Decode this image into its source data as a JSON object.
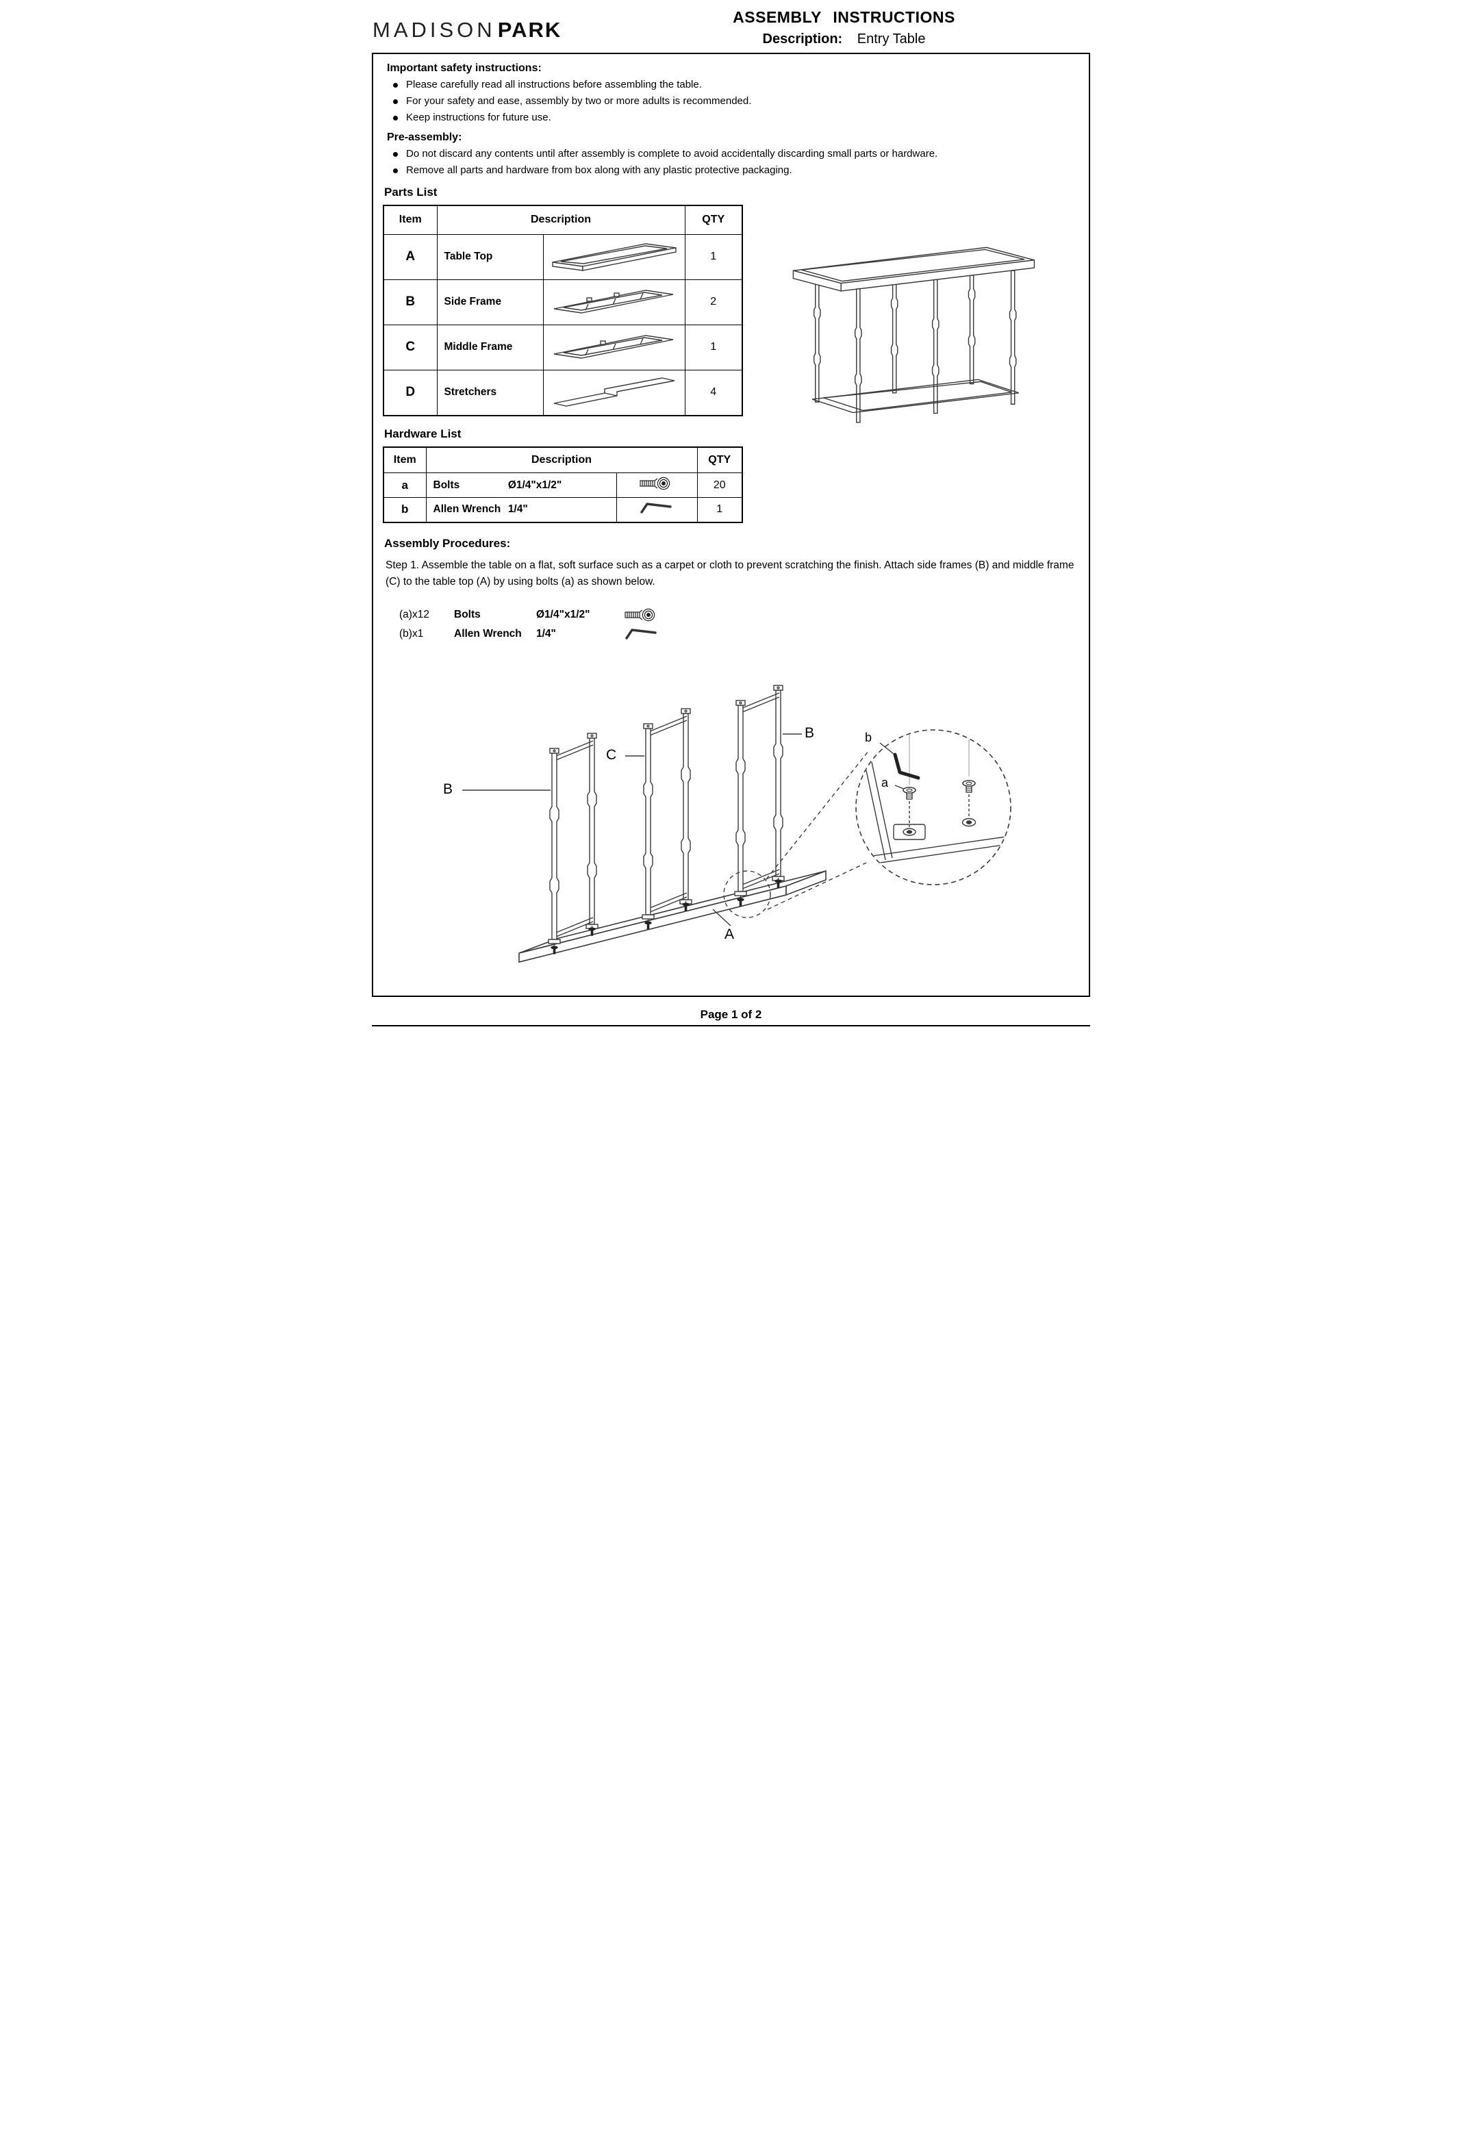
{
  "header": {
    "logo_madison": "MADISON",
    "logo_park": "PARK",
    "title": "ASSEMBLY  INSTRUCTIONS",
    "description_label": "Description:",
    "description_value": "Entry Table"
  },
  "safety": {
    "heading": "Important safety instructions:",
    "bullets": [
      "Please carefully read all instructions before assembling the  table.",
      "For your safety and ease, assembly by two or more adults is recommended.",
      "Keep instructions for future use."
    ],
    "pre_heading": "Pre-assembly:",
    "pre_bullets": [
      "Do not discard any contents until after assembly is complete to avoid accidentally discarding small parts or hardware.",
      "Remove all parts and hardware from box along with any plastic protective packaging."
    ]
  },
  "parts_list": {
    "heading": "Parts List",
    "columns": [
      "Item",
      "Description",
      "QTY"
    ],
    "rows": [
      {
        "item": "A",
        "description": "Table Top",
        "qty": "1",
        "image": "table-top-drawing"
      },
      {
        "item": "B",
        "description": "Side Frame",
        "qty": "2",
        "image": "side-frame-drawing"
      },
      {
        "item": "C",
        "description": "Middle Frame",
        "qty": "1",
        "image": "middle-frame-drawing"
      },
      {
        "item": "D",
        "description": "Stretchers",
        "qty": "4",
        "image": "stretcher-drawing"
      }
    ]
  },
  "hardware_list": {
    "heading": "Hardware List",
    "columns": [
      "Item",
      "Description",
      "QTY"
    ],
    "rows": [
      {
        "item": "a",
        "name": "Bolts",
        "spec": "Ø1/4\"x1/2\"",
        "qty": "20",
        "image": "bolt-icon"
      },
      {
        "item": "b",
        "name": "Allen Wrench",
        "spec": "1/4\"",
        "qty": "1",
        "image": "allen-wrench-icon"
      }
    ]
  },
  "assembly": {
    "heading": "Assembly Procedures:",
    "step1": "Step 1.  Assemble the table on a flat, soft surface such as a carpet or cloth to prevent scratching the finish.  Attach side frames (B) and middle frame (C) to the table top (A) by using bolts (a) as shown below.",
    "callouts": [
      {
        "count": "(a)x12",
        "name": "Bolts",
        "spec": "Ø1/4\"x1/2\"",
        "icon": "bolt-icon"
      },
      {
        "count": "(b)x1",
        "name": "Allen Wrench",
        "spec": "1/4\"",
        "icon": "allen-wrench-icon"
      }
    ]
  },
  "diagram": {
    "labels": {
      "side_frame_left": "B",
      "middle_frame": "C",
      "side_frame_right": "B",
      "table_top": "A",
      "bolt": "a",
      "wrench": "b"
    }
  },
  "footer": {
    "page": "Page 1  of  2"
  }
}
